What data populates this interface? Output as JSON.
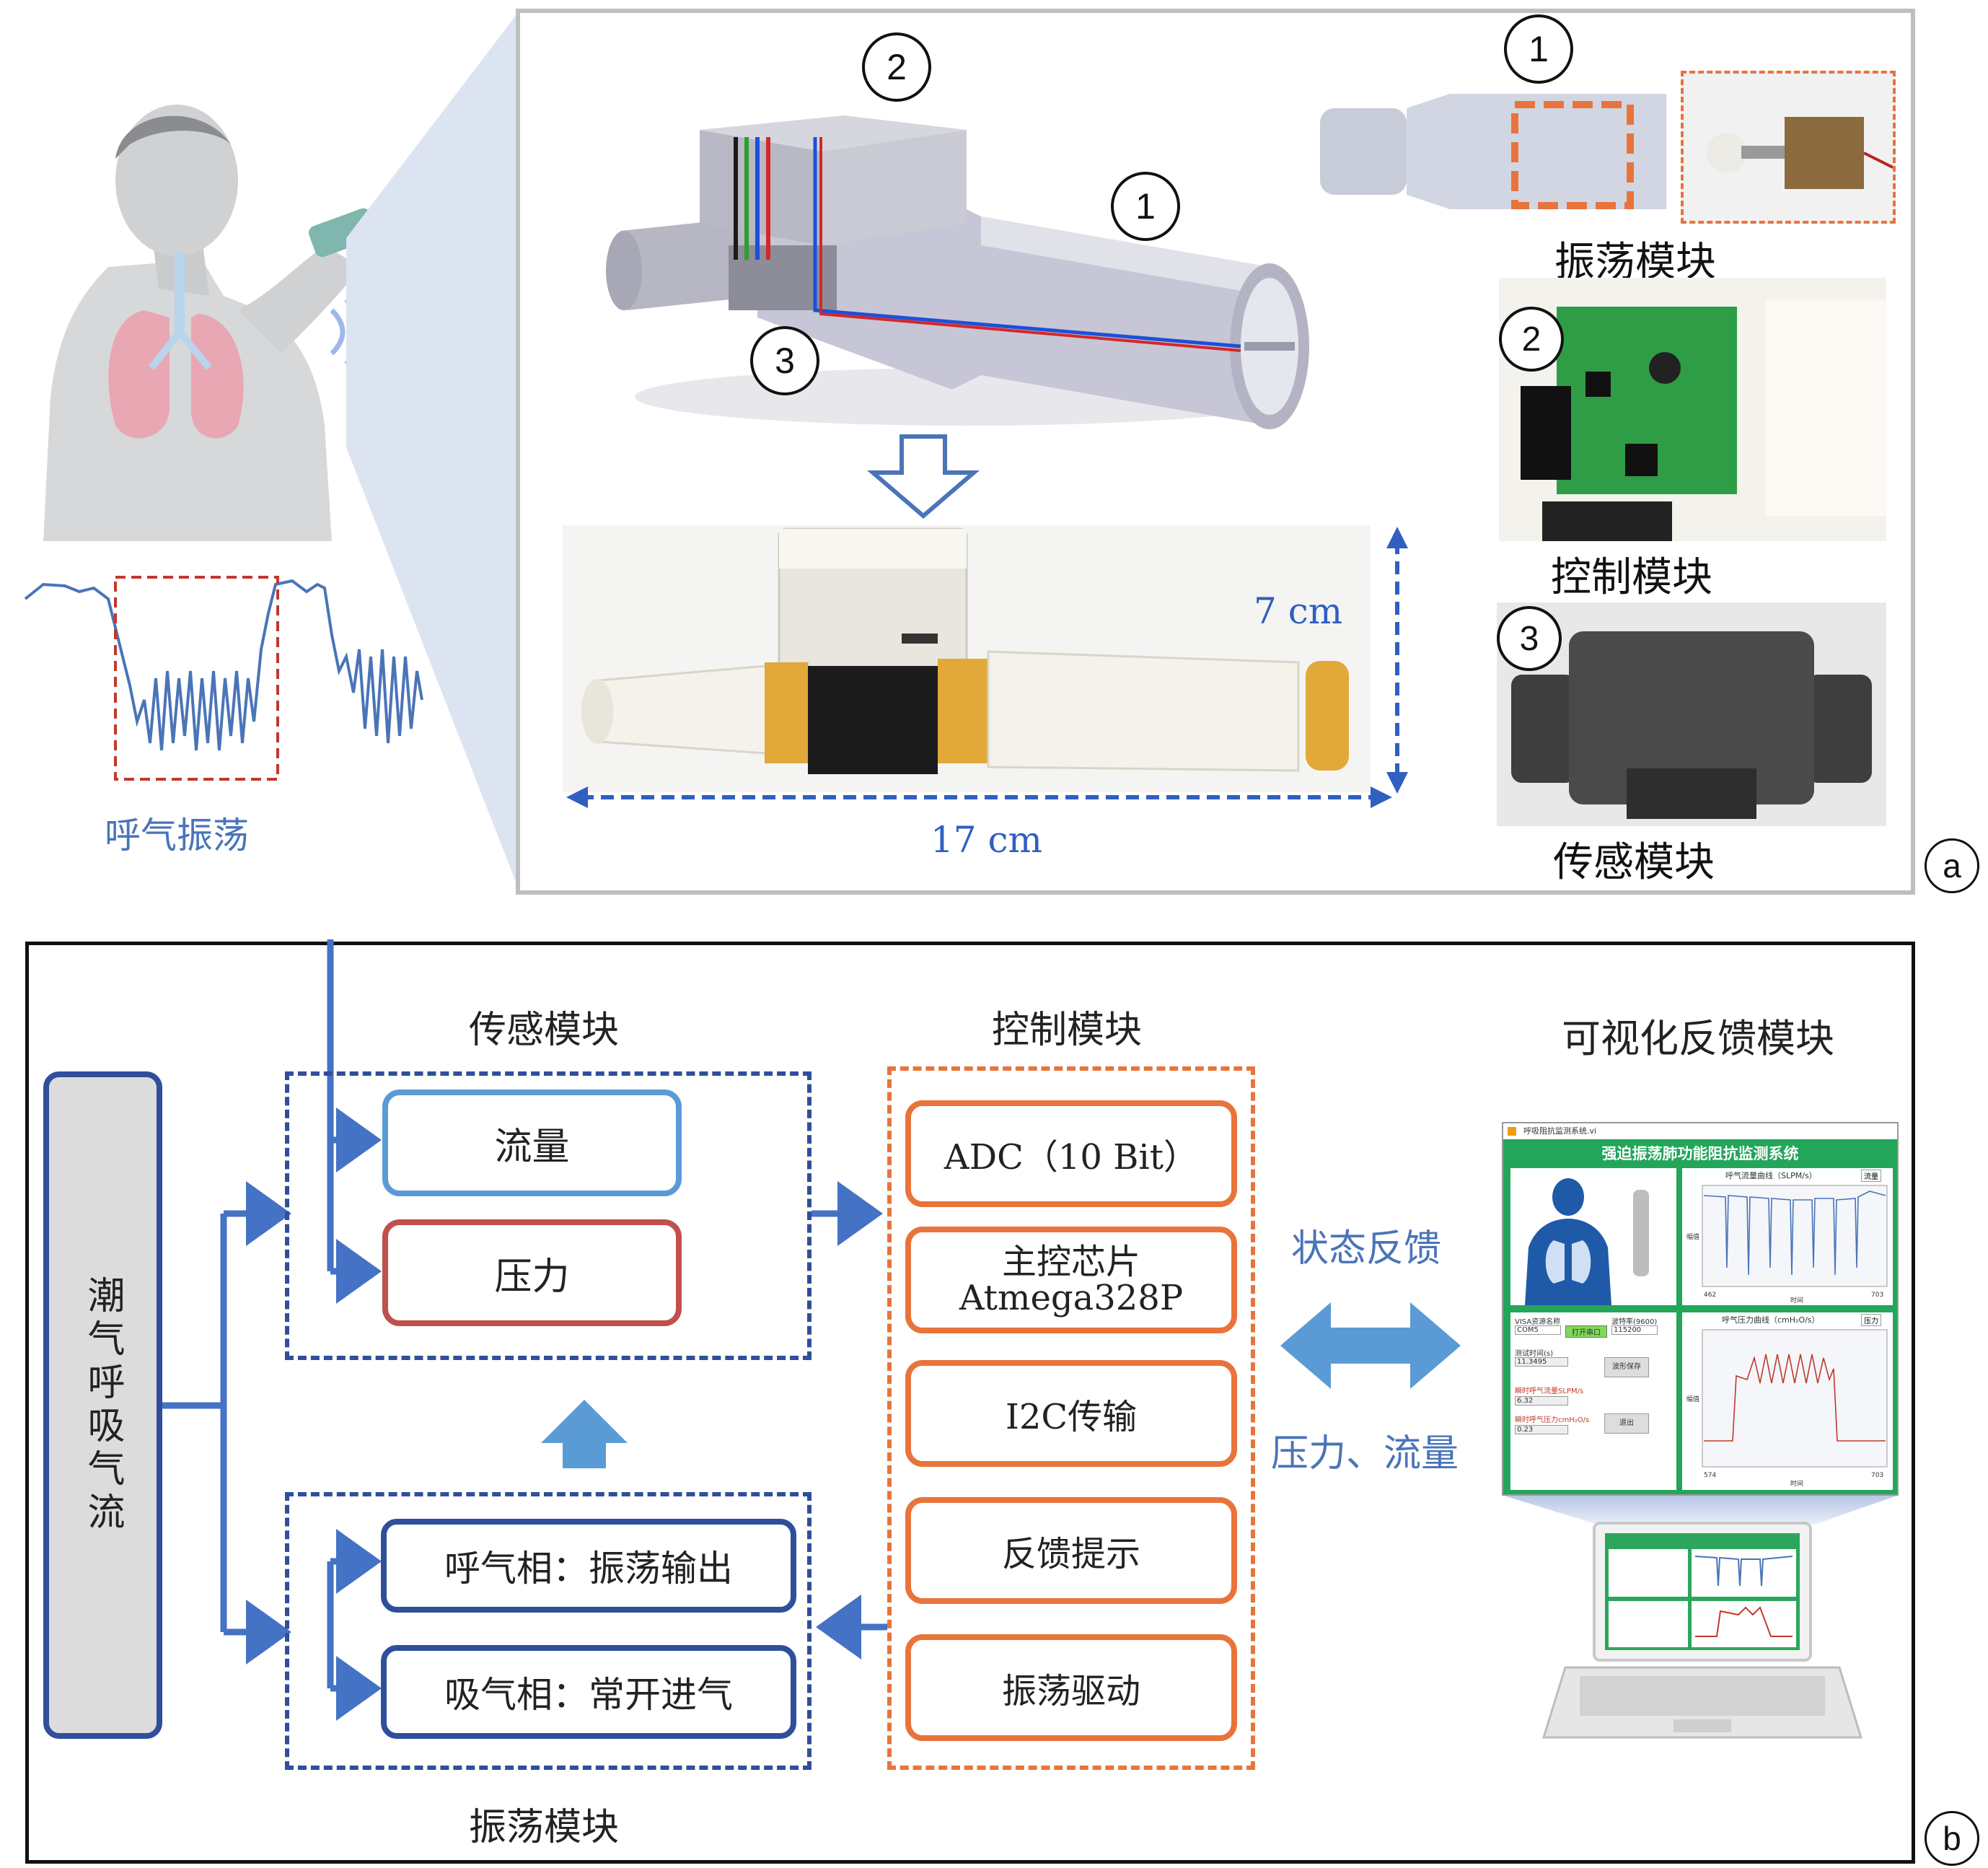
{
  "colors": {
    "dark_blue": "#2f4f9a",
    "light_blue": "#5b9bd5",
    "orange": "#e8743b",
    "rust": "#c0504d",
    "arrow_blue": "#4472c4",
    "panel_border": "#bfbfbf",
    "app_green": "#21a35a"
  },
  "panel_a": {
    "callout_1": "1",
    "callout_2": "2",
    "callout_3": "3",
    "height_dim": "7 cm",
    "length_dim": "17 cm",
    "osc_module_caption": "振荡模块",
    "control_module_caption": "控制模块",
    "sensor_module_caption": "传感模块",
    "breath_osc_label": "呼气振荡",
    "panel_label": "a"
  },
  "panel_b": {
    "panel_label": "b",
    "input_flow": "潮气呼吸气流",
    "sensor_title": "传感模块",
    "sensor_items": [
      "流量",
      "压力"
    ],
    "control_title": "控制模块",
    "control_items": [
      "ADC（10 Bit）",
      "主控芯片",
      "Atmega328P",
      "I2C传输",
      "反馈提示",
      "振荡驱动"
    ],
    "osc_title": "振荡模块",
    "osc_items": [
      "呼气相：振荡输出",
      "吸气相：常开进气"
    ],
    "feedback_top": "状态反馈",
    "feedback_bottom": "压力、流量",
    "visual_title": "可视化反馈模块",
    "app": {
      "window_title": "呼吸阻抗监测系统.vi",
      "title": "强迫振荡肺功能阻抗监测系统",
      "flow_chart_title": "呼气流量曲线（SLPM/s）",
      "flow_btn": "流量",
      "pressure_chart_title": "呼气压力曲线（cmH₂O/s）",
      "pressure_btn": "压力",
      "visa_label": "VISA资源名称",
      "visa_value": "COM5",
      "baud_label": "波特率(9600)",
      "baud_value": "115200",
      "open_btn": "打开串口",
      "time_label": "测试时间(s)",
      "time_value": "11.3495",
      "save_btn": "波形保存",
      "flow_read_label": "瞬时呼气流量SLPM/s",
      "flow_read_value": "6.32",
      "pressure_read_label": "瞬时呼气压力cmH₂O/s",
      "pressure_read_value": "0.23",
      "exit_btn": "退出",
      "flow_x_start": "462",
      "flow_x_end": "703",
      "pressure_x_start": "574",
      "pressure_x_end": "703",
      "x_axis_label": "时间",
      "y_axis_label": "幅值"
    }
  }
}
